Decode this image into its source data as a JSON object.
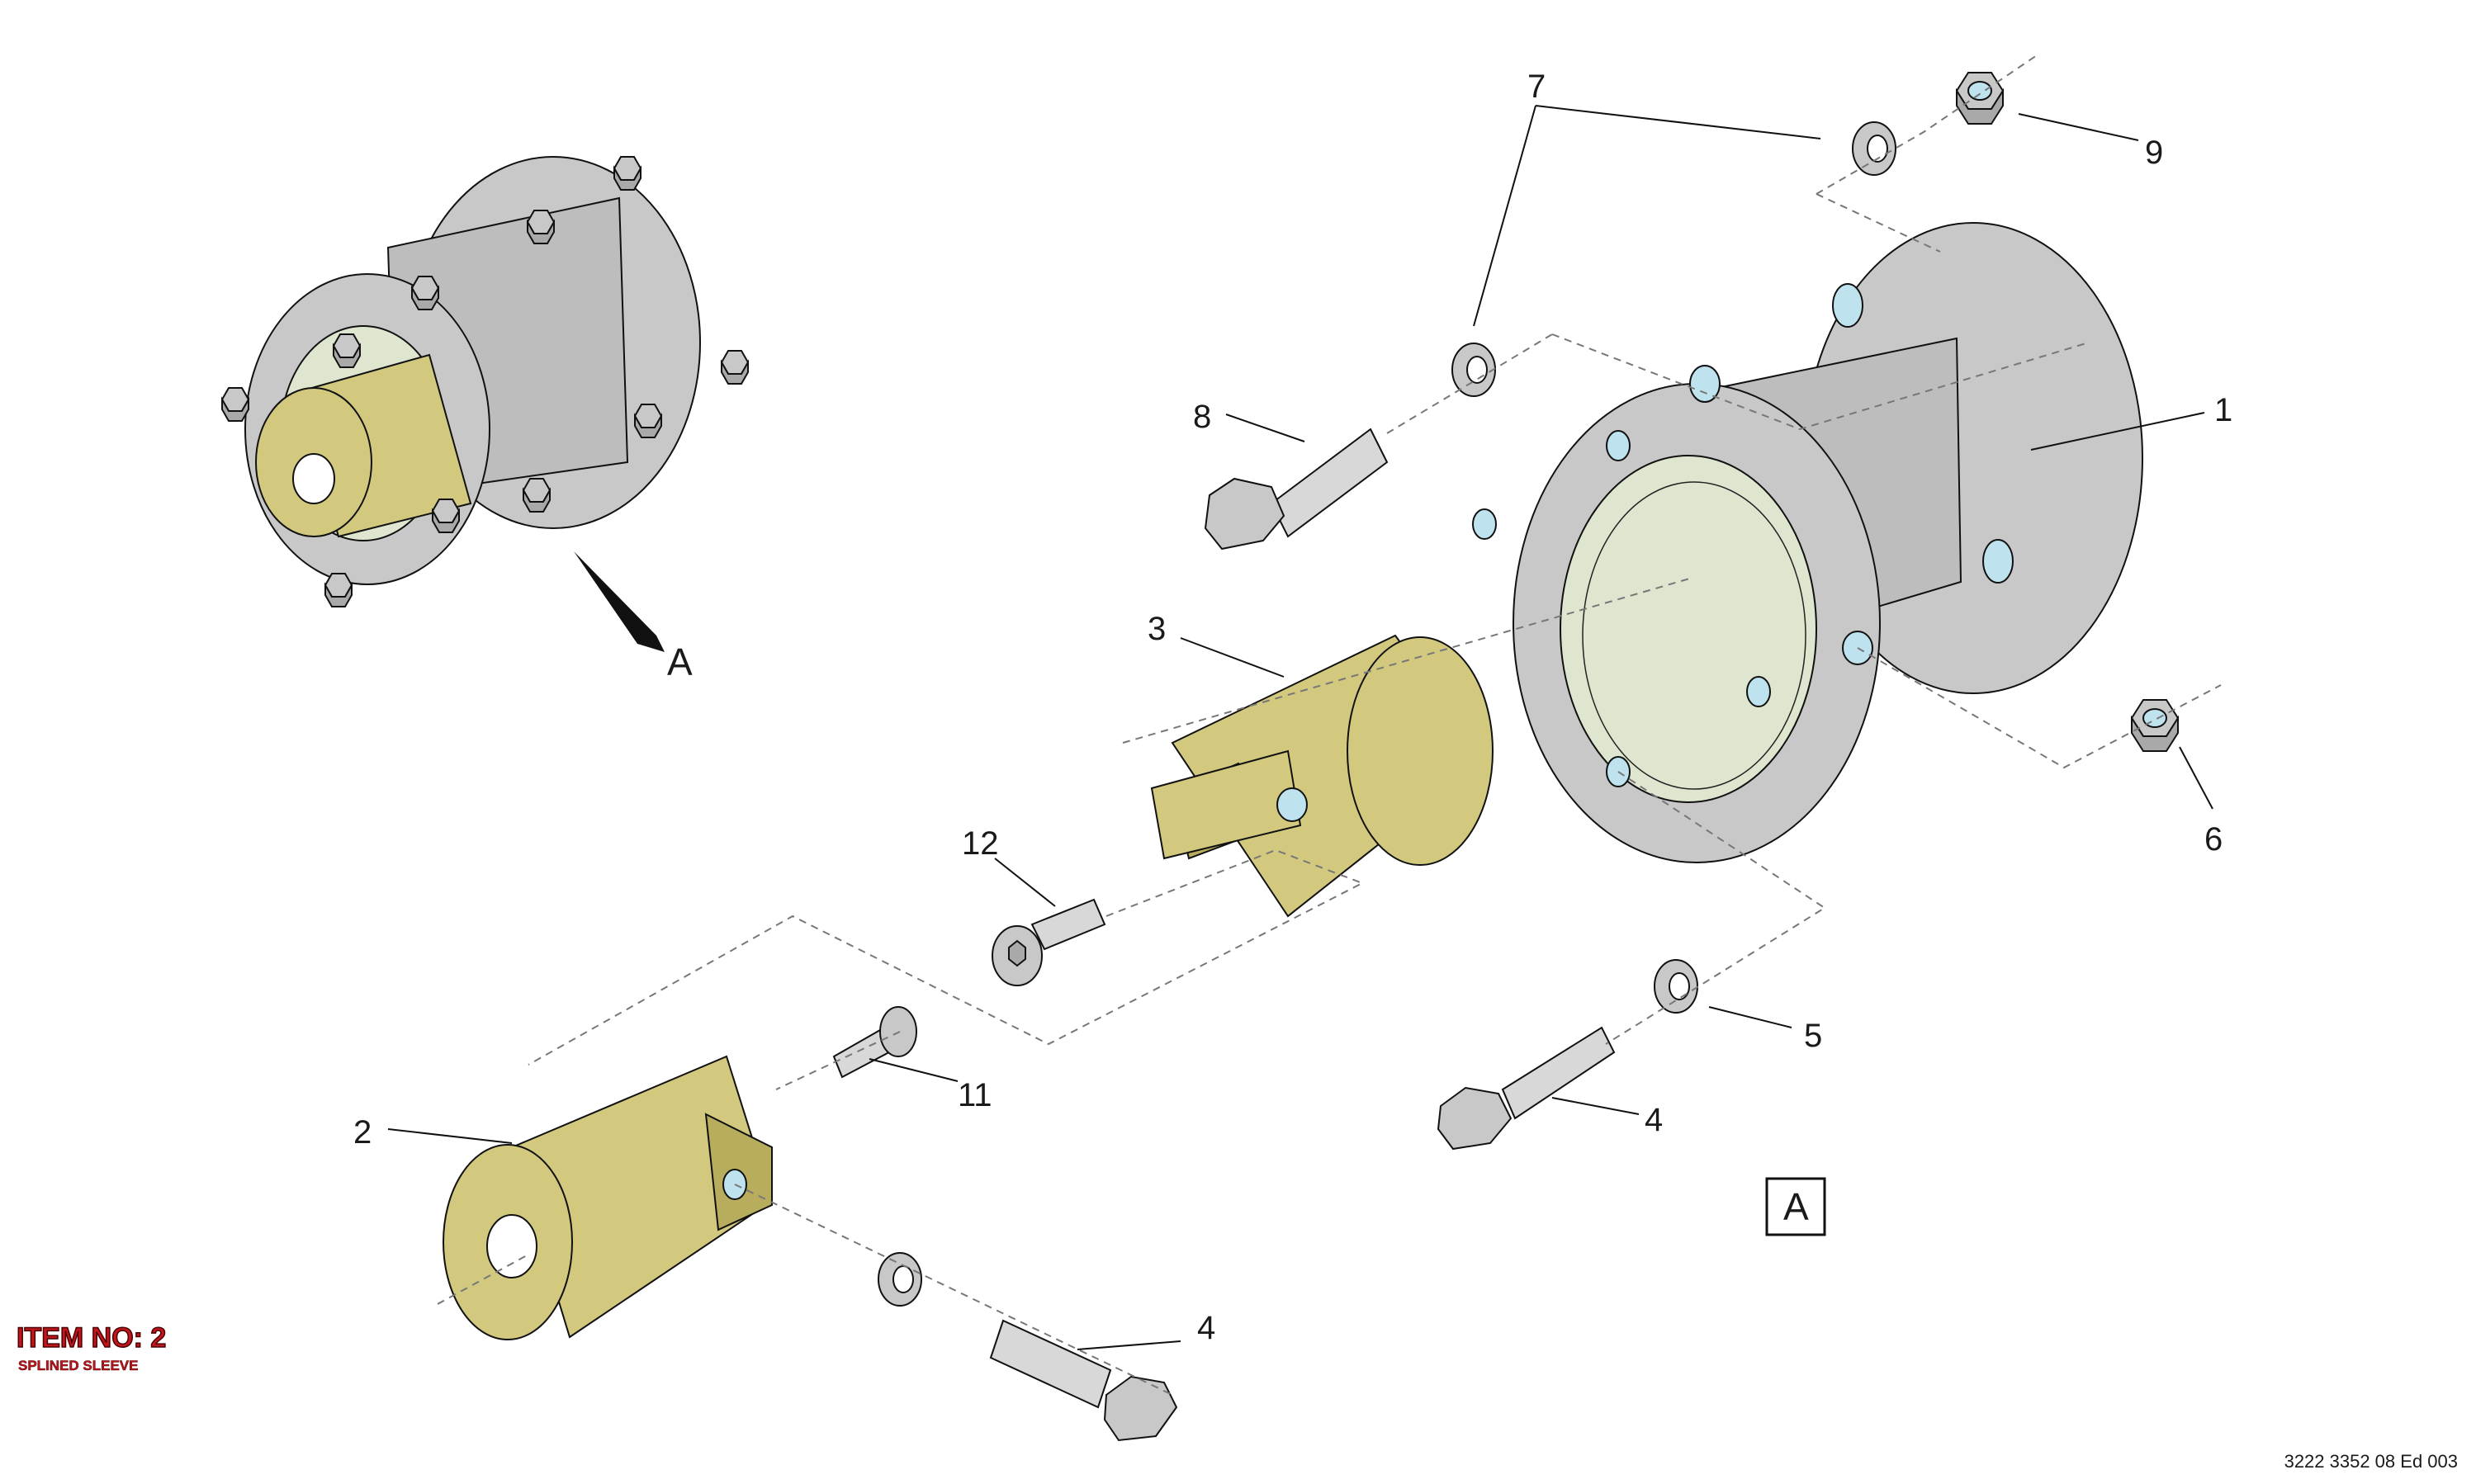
{
  "callouts": [
    {
      "label": "1"
    },
    {
      "label": "2"
    },
    {
      "label": "3"
    },
    {
      "label": "4"
    },
    {
      "label": "4"
    },
    {
      "label": "5"
    },
    {
      "label": "6"
    },
    {
      "label": "7"
    },
    {
      "label": "8"
    },
    {
      "label": "9"
    },
    {
      "label": "11"
    },
    {
      "label": "12"
    }
  ],
  "view_marker": "A",
  "view_box_label": "A",
  "item": {
    "title": "ITEM NO: 2",
    "subtitle": "SPLINED SLEEVE"
  },
  "document_reference": "3222 3352 08 Ed 003",
  "colors": {
    "steel": "#c8c8c8",
    "steel_dark": "#a9a9a9",
    "brass": "#d2c97f",
    "brass_dark": "#b8ad5d",
    "hole": "#bfe3ee",
    "bore_glass": "#dfe6cf",
    "highlight_text": "#c0161c"
  }
}
